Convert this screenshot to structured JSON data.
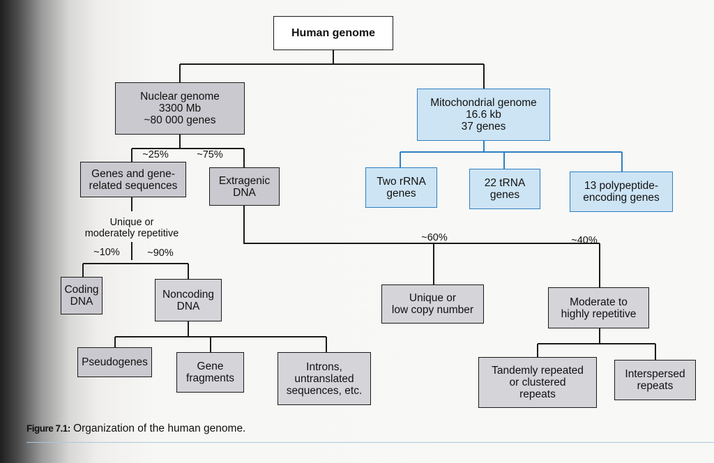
{
  "nodes": {
    "human": "Human genome",
    "nuclear": "Nuclear genome\n3300 Mb\n~80 000 genes",
    "mito": "Mitochondrial genome\n16.6 kb\n37 genes",
    "genes_related": "Genes and gene-\nrelated sequences",
    "extragenic": "Extragenic\nDNA",
    "rrna": "Two rRNA\ngenes",
    "trna": "22 tRNA\ngenes",
    "polypeptide": "13 polypeptide-\nencoding genes",
    "coding": "Coding\nDNA",
    "noncoding": "Noncoding\nDNA",
    "unique_low": "Unique or\nlow copy number",
    "moderate_high": "Moderate to\nhighly repetitive",
    "pseudogenes": "Pseudogenes",
    "gene_fragments": "Gene\nfragments",
    "introns": "Introns,\nuntranslated\nsequences, etc.",
    "tandem": "Tandemly repeated\nor clustered\nrepeats",
    "interspersed": "Interspersed\nrepeats"
  },
  "labels": {
    "p25": "~25%",
    "p75": "~75%",
    "unique_mod": "Unique or\nmoderately repetitive",
    "p10": "~10%",
    "p90": "~90%",
    "p60": "~60%",
    "p40": "~40%"
  },
  "caption": {
    "figure": "Figure 7.1:",
    "text": " Organization of the human genome."
  },
  "colors": {
    "nuclear_fill": "#c9c9cf",
    "mito_fill": "#cde4f4",
    "mito_border": "#2f7fc1",
    "line": "#1a1a1a"
  }
}
